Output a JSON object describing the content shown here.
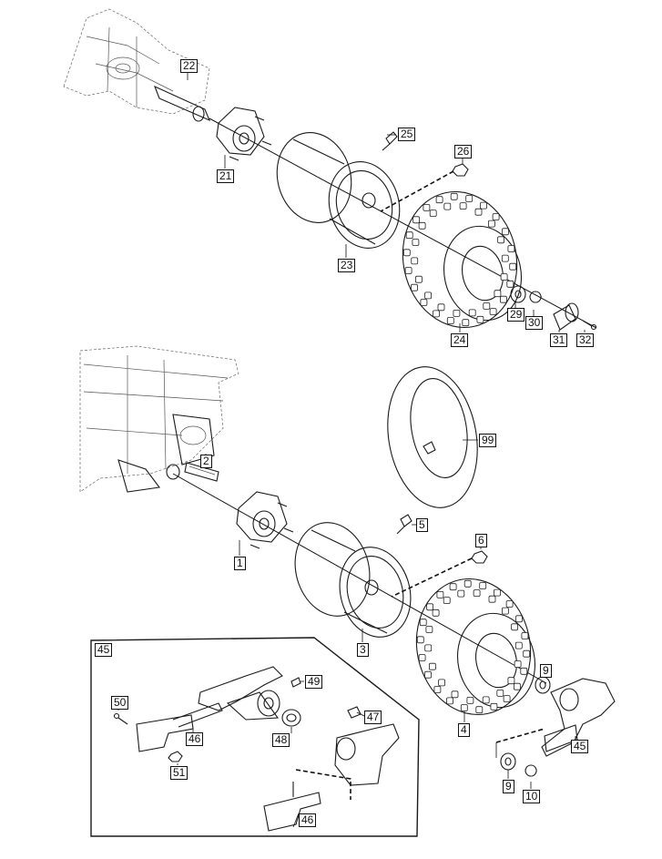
{
  "labels": {
    "p1": "1",
    "p2": "2",
    "p3": "3",
    "p4": "4",
    "p5": "5",
    "p6": "6",
    "p9a": "9",
    "p9b": "9",
    "p10": "10",
    "p21": "21",
    "p22": "22",
    "p23": "23",
    "p24": "24",
    "p25": "25",
    "p26": "26",
    "p29": "29",
    "p30": "30",
    "p31": "31",
    "p32": "32",
    "p45box": "45",
    "p45": "45",
    "p46a": "46",
    "p46b": "46",
    "p47": "47",
    "p48": "48",
    "p49": "49",
    "p50": "50",
    "p51": "51",
    "p99": "99"
  }
}
